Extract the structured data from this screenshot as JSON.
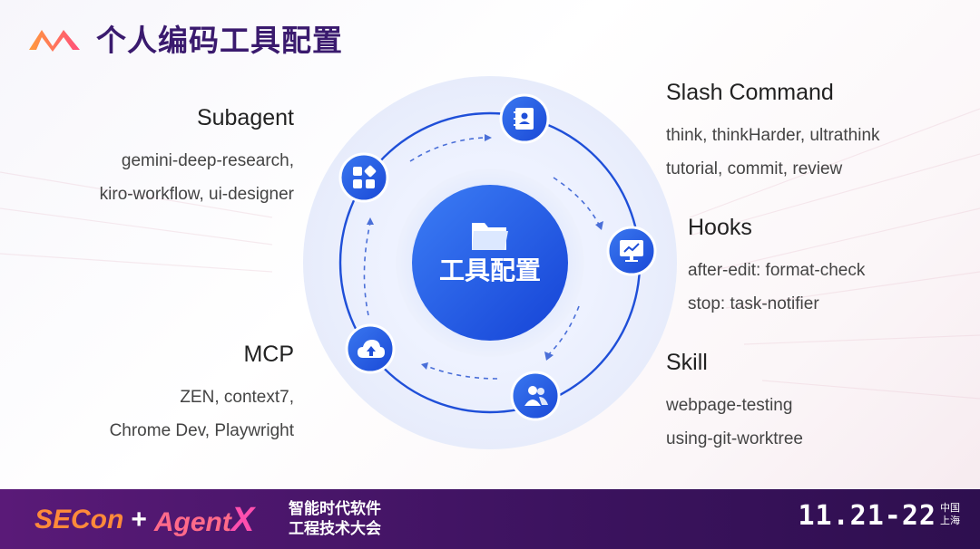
{
  "header": {
    "title": "个人编码工具配置"
  },
  "center": {
    "label": "工具配置",
    "icon": "folder-icon"
  },
  "nodes": [
    {
      "name": "Slash Command",
      "icon": "contacts-book-icon"
    },
    {
      "name": "Hooks",
      "icon": "monitor-chart-icon"
    },
    {
      "name": "Skill",
      "icon": "users-icon"
    },
    {
      "name": "MCP",
      "icon": "cloud-upload-icon"
    },
    {
      "name": "Subagent",
      "icon": "apps-grid-icon"
    }
  ],
  "slash_command": {
    "heading": "Slash Command",
    "lines": [
      "think, thinkHarder, ultrathink",
      "tutorial, commit, review"
    ]
  },
  "hooks": {
    "heading": "Hooks",
    "lines": [
      "after-edit: format-check",
      "stop: task-notifier"
    ]
  },
  "skill": {
    "heading": "Skill",
    "lines": [
      "webpage-testing",
      "using-git-worktree"
    ]
  },
  "subagent": {
    "heading": "Subagent",
    "lines": [
      "gemini-deep-research,",
      "kiro-workflow, ui-designer"
    ]
  },
  "mcp": {
    "heading": "MCP",
    "lines": [
      "ZEN, context7,",
      "Chrome Dev, Playwright"
    ]
  },
  "footer": {
    "secon": "SECon",
    "plus": "+",
    "agent": "Agent",
    "x": "X",
    "conf_line1": "智能时代软件",
    "conf_line2": "工程技术大会",
    "date": "11.21-22",
    "city_line1": "中国",
    "city_line2": "上海"
  },
  "colors": {
    "primary_blue": "#1f54e0",
    "title_purple": "#3a1a6e",
    "footer_purple": "#4a1670",
    "brand_orange": "#ff8a3a"
  }
}
